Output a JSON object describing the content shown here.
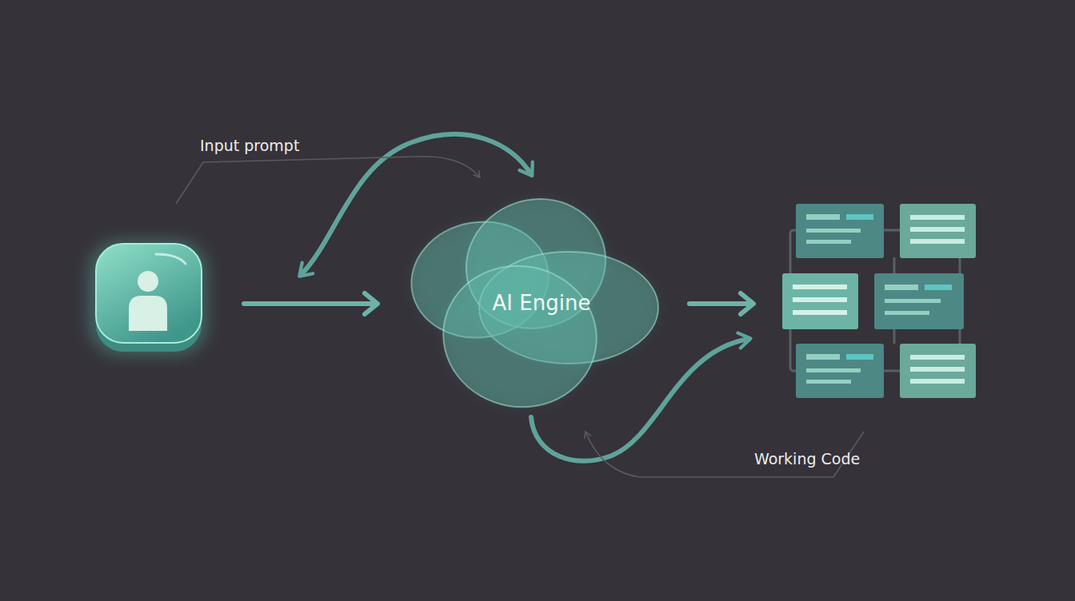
{
  "diagram": {
    "nodes": [
      {
        "text": [
          "AI Engine"
        ]
      }
    ],
    "labels": [
      "Input prompt",
      "Working Code"
    ]
  }
}
